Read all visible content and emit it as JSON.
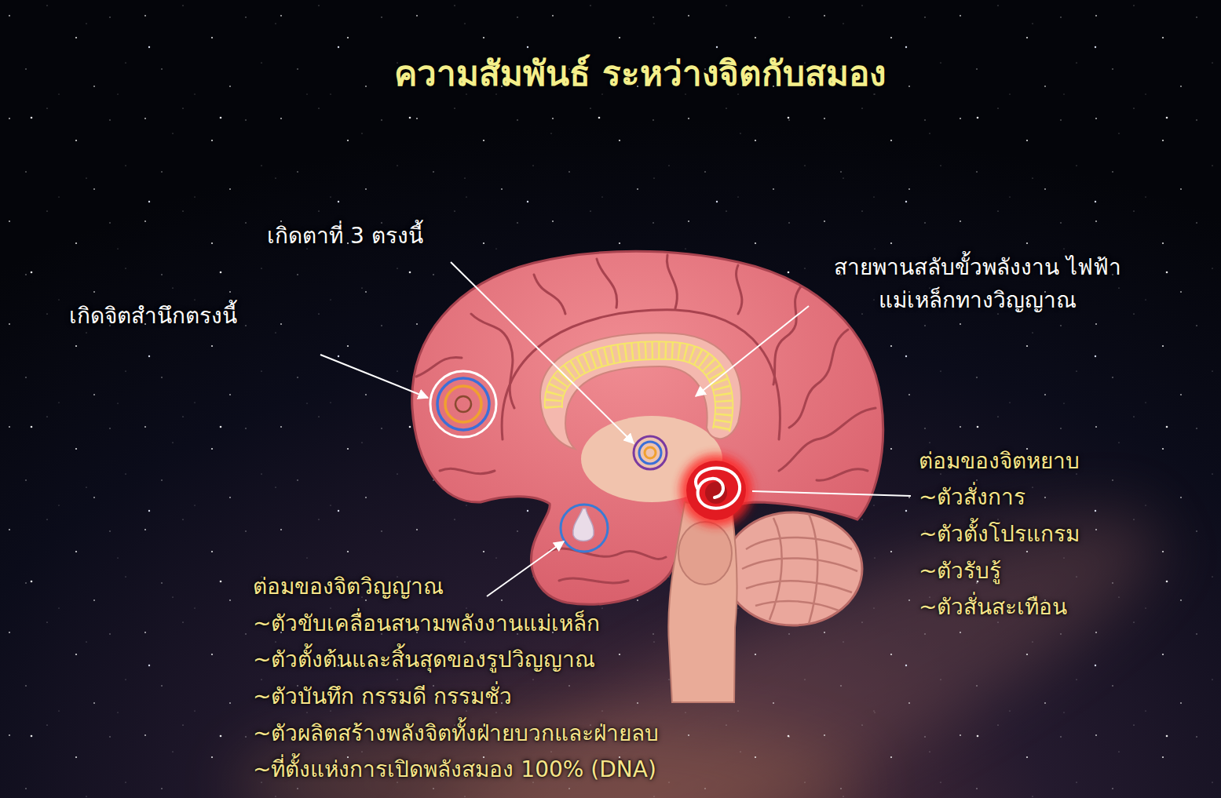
{
  "diagram": {
    "title": "ความสัมพันธ์ ระหว่างจิตกับสมอง",
    "labels": [
      "เกิดตาที่ 3 ตรงนี้",
      "สายพานสลับขั้วพลังงาน ไฟฟ้าแม่เหล็กทางวิญญาณ",
      "เกิดจิตสำนึกตรงนี้",
      "ต่อมของจิตหยาบ",
      "~ตัวสั่งการ",
      "~ตัวตั้งโปรแกรม",
      "~ตัวรับรู้",
      "~ตัวสั่นสะเทือน",
      "ต่อมของจิตวิญญาณ",
      "~ตัวขับเคลื่อนสนามพลังงานแม่เหล็ก",
      "~ตัวตั้งต้นและสิ้นสุดของรูปวิญญาณ",
      "~ตัวบันทึก กรรมดี กรรมชั่ว",
      "~ตัวผลิตสร้างพลังจิตทั้งฝ่ายบวกและฝ่ายลบ",
      "~ที่ตั้งแห่งการเปิดพลังสมอง 100% (DNA)"
    ]
  }
}
